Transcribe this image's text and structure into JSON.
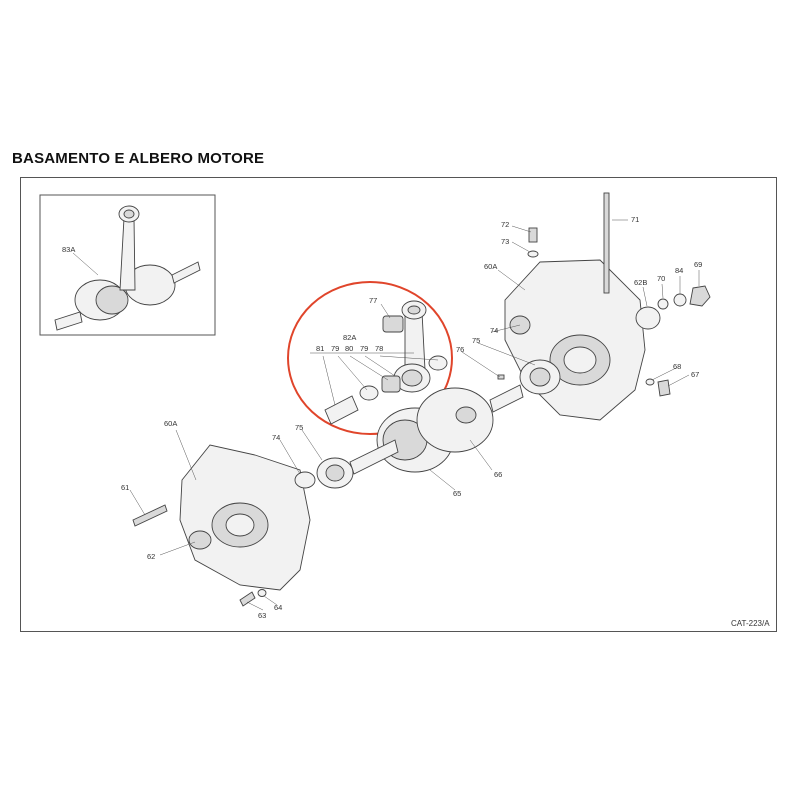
{
  "title": "BASAMENTO E ALBERO MOTORE",
  "catalog_code": "CAT-223/A",
  "highlight_color": "#e0452b",
  "labels": {
    "p83A": "83A",
    "p77": "77",
    "p82A": "82A",
    "p81": "81",
    "p79a": "79",
    "p80": "80",
    "p79b": "79",
    "p78": "78",
    "p76": "76",
    "p75a": "75",
    "p74a": "74",
    "p60Aa": "60A",
    "p72": "72",
    "p73": "73",
    "p71": "71",
    "p62B": "62B",
    "p70": "70",
    "p84": "84",
    "p69": "69",
    "p68": "68",
    "p67": "67",
    "p66": "66",
    "p65": "65",
    "p75b": "75",
    "p74b": "74",
    "p60Ab": "60A",
    "p61": "61",
    "p62": "62",
    "p64": "64",
    "p63": "63"
  }
}
